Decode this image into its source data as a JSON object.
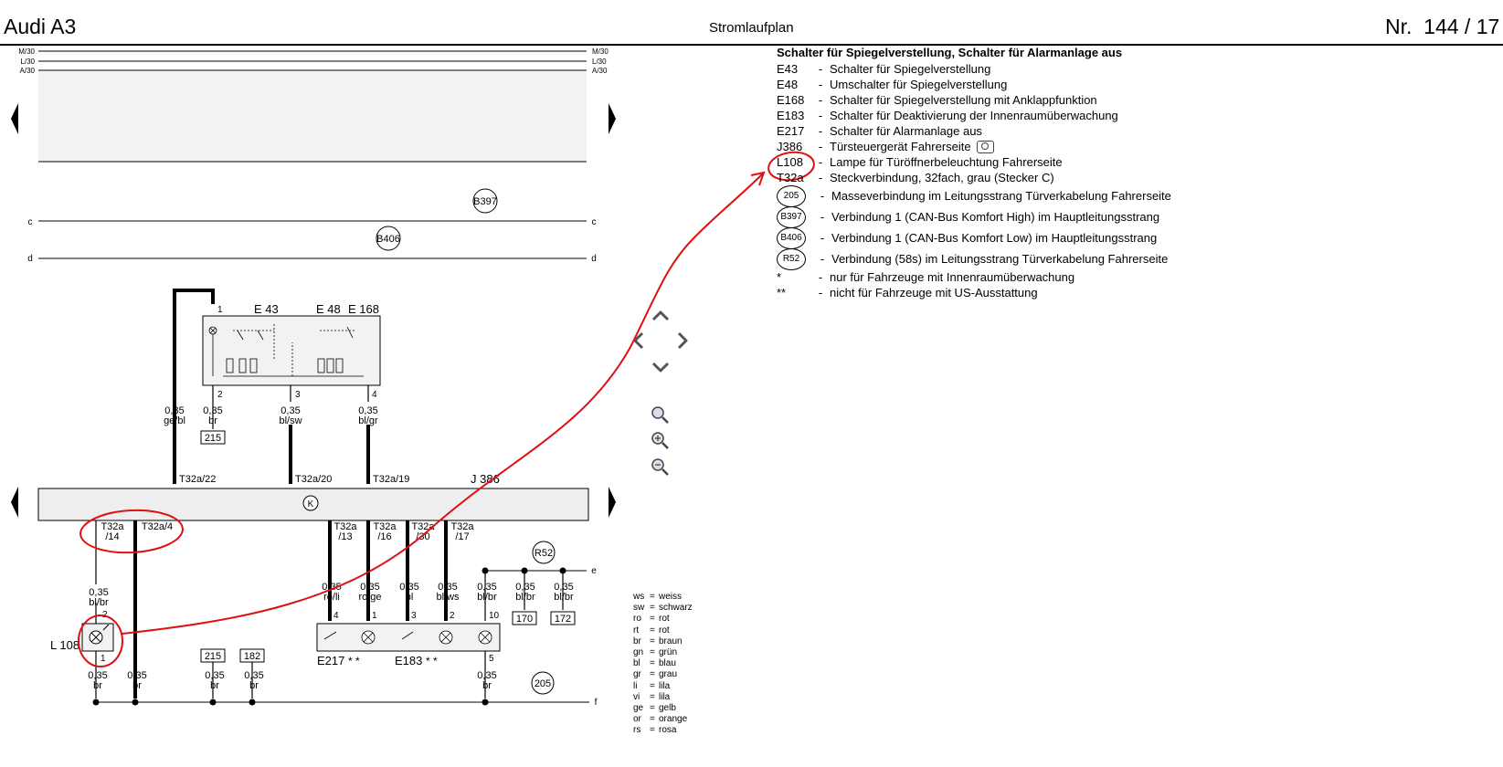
{
  "header": {
    "title": "Audi A3",
    "center": "Stromlaufplan",
    "page_prefix": "Nr.",
    "page_number": "144 / 17"
  },
  "rails": {
    "top": [
      {
        "label_left": "M/30",
        "label_right": "M/30"
      },
      {
        "label_left": "L/30",
        "label_right": "L/30"
      },
      {
        "label_left": "A/30",
        "label_right": "A/30"
      }
    ],
    "c": "c",
    "d": "d",
    "e": "e",
    "f": "f"
  },
  "connectors": {
    "b397": "B397",
    "b406": "B406",
    "r52": "R52",
    "g205": "205"
  },
  "components": {
    "e43": "E 43",
    "e48": "E 48",
    "e168": "E 168",
    "j386": "J 386",
    "k": "K",
    "l108": "L 108",
    "e217": "E217",
    "e183": "E183",
    "stars_e217": "* *",
    "stars_e183": "* *"
  },
  "pins": {
    "sw1": "1",
    "sw2": "2",
    "sw3": "3",
    "sw4": "4",
    "l2": "2",
    "l1": "1",
    "e4": "4",
    "e1": "1",
    "e3": "3",
    "e2": "2",
    "e10": "10",
    "e5": "5"
  },
  "terminals": {
    "t22": "T32a/22",
    "t20": "T32a/20",
    "t19": "T32a/19",
    "t14a": "T32a",
    "t14b": "/14",
    "t4": "T32a/4",
    "t13a": "T32a",
    "t13b": "/13",
    "t16a": "T32a",
    "t16b": "/16",
    "t30a": "T32a",
    "t30b": "/30",
    "t17a": "T32a",
    "t17b": "/17"
  },
  "wires": {
    "w_gebl": {
      "size": "0,35",
      "color": "ge/bl"
    },
    "w_br215": {
      "size": "0,35",
      "color": "br"
    },
    "w_blsw": {
      "size": "0,35",
      "color": "bl/sw"
    },
    "w_blgr": {
      "size": "0,35",
      "color": "bl/gr"
    },
    "w_l108_top": {
      "size": "0,35",
      "color": "bl/br"
    },
    "w_roli": {
      "size": "0,35",
      "color": "ro/li"
    },
    "w_roge": {
      "size": "0,35",
      "color": "ro/ge"
    },
    "w_bl": {
      "size": "0,35",
      "color": "bl"
    },
    "w_blws": {
      "size": "0,35",
      "color": "bl/ws"
    },
    "w_e10": {
      "size": "0,35",
      "color": "bl/br"
    },
    "w_170": {
      "size": "0,35",
      "color": "bl/br"
    },
    "w_172": {
      "size": "0,35",
      "color": "bl/br"
    },
    "w_bot1": {
      "size": "0,35",
      "color": "br"
    },
    "w_bot2": {
      "size": "0,35",
      "color": "br"
    },
    "w_bot3": {
      "size": "0,35",
      "color": "br"
    },
    "w_bot4": {
      "size": "0,35",
      "color": "br"
    },
    "w_bot5": {
      "size": "0,35",
      "color": "br"
    }
  },
  "refboxes": {
    "r215a": "215",
    "r215b": "215",
    "r182": "182",
    "r170": "170",
    "r172": "172"
  },
  "legend": {
    "heading": "Schalter für Spiegelverstellung, Schalter für Alarmanlage aus",
    "items": [
      {
        "code": "E43",
        "text": "Schalter für Spiegelverstellung"
      },
      {
        "code": "E48",
        "text": "Umschalter für Spiegelverstellung"
      },
      {
        "code": "E168",
        "text": "Schalter für Spiegelverstellung mit Anklappfunktion"
      },
      {
        "code": "E183",
        "text": "Schalter für Deaktivierung der Innenraumüberwachung"
      },
      {
        "code": "E217",
        "text": "Schalter für Alarmanlage aus"
      },
      {
        "code": "J386",
        "text": "Türsteuergerät Fahrerseite"
      },
      {
        "code": "L108",
        "text": "Lampe für Türöffnerbeleuchtung Fahrerseite"
      },
      {
        "code": "T32a",
        "text": "Steckverbindung, 32fach, grau (Stecker C)"
      }
    ],
    "circle_items": [
      {
        "code": "205",
        "text": "Masseverbindung im Leitungsstrang Türverkabelung Fahrerseite"
      },
      {
        "code": "B397",
        "text": "Verbindung 1 (CAN-Bus Komfort High) im Hauptleitungsstrang"
      },
      {
        "code": "B406",
        "text": "Verbindung 1 (CAN-Bus Komfort Low) im Hauptleitungsstrang"
      },
      {
        "code": "R52",
        "text": "Verbindung (58s) im Leitungsstrang Türverkabelung Fahrerseite"
      }
    ],
    "notes": [
      {
        "code": "*",
        "text": "nur für Fahrzeuge mit Innenraumüberwachung"
      },
      {
        "code": "**",
        "text": "nicht für Fahrzeuge mit US-Ausstattung"
      }
    ]
  },
  "colors": [
    {
      "abbr": "ws",
      "name": "weiss"
    },
    {
      "abbr": "sw",
      "name": "schwarz"
    },
    {
      "abbr": "ro",
      "name": "rot"
    },
    {
      "abbr": "rt",
      "name": "rot"
    },
    {
      "abbr": "br",
      "name": "braun"
    },
    {
      "abbr": "gn",
      "name": "grün"
    },
    {
      "abbr": "bl",
      "name": "blau"
    },
    {
      "abbr": "gr",
      "name": "grau"
    },
    {
      "abbr": "li",
      "name": "lila"
    },
    {
      "abbr": "vi",
      "name": "lila"
    },
    {
      "abbr": "ge",
      "name": "gelb"
    },
    {
      "abbr": "or",
      "name": "orange"
    },
    {
      "abbr": "rs",
      "name": "rosa"
    }
  ],
  "theme": {
    "annotation": "#e01010",
    "bar_fill": "#eeeeee",
    "box_fill": "#f2f2f2"
  }
}
